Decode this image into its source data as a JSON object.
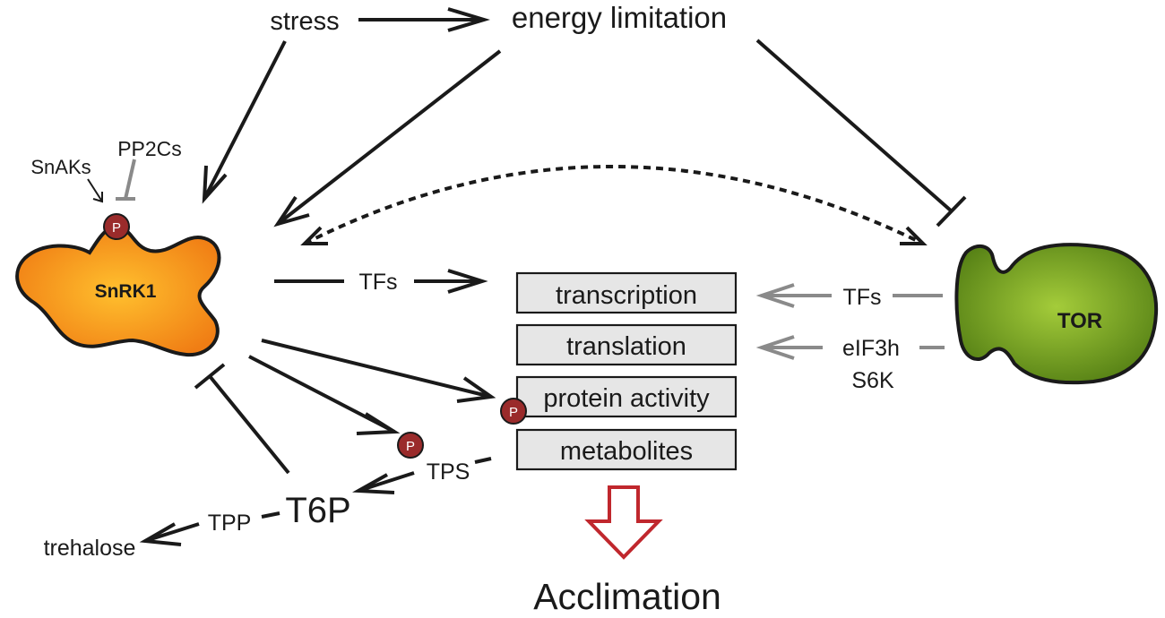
{
  "nodes": {
    "stress": "stress",
    "energy_limitation": "energy limitation",
    "snaks": "SnAKs",
    "pp2cs": "PP2Cs",
    "snrk1": "SnRK1",
    "tor": "TOR",
    "tfs_left": "TFs",
    "tfs_right": "TFs",
    "eif3h": "eIF3h",
    "s6k": "S6K",
    "tps": "TPS",
    "t6p": "T6P",
    "tpp": "TPP",
    "trehalose": "trehalose",
    "acclimation": "Acclimation",
    "phospho": "P"
  },
  "processes": [
    "transcription",
    "translation",
    "protein activity",
    "metabolites"
  ],
  "colors": {
    "snrk1_center": "#ffc02e",
    "snrk1_edge": "#f07d14",
    "tor_center": "#a4cc3a",
    "tor_edge": "#4f7a12",
    "phospho_fill": "#9a2b2b",
    "accent_arrow": "#c0272d",
    "inhibitor_grey": "#8a8a8a",
    "box_fill": "#e6e6e6"
  }
}
